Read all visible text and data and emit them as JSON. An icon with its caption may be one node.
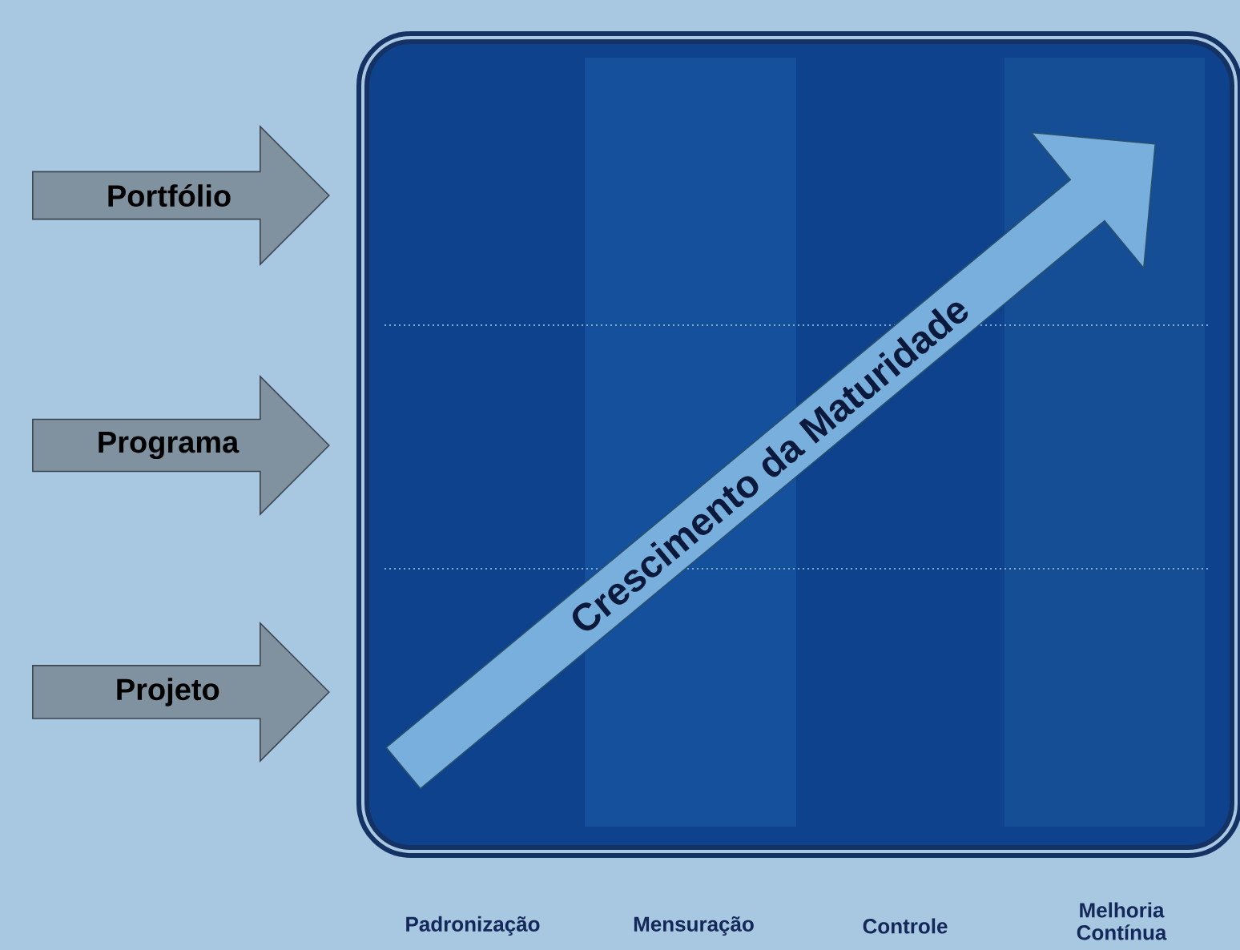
{
  "diagram": {
    "nodes": [
      {
        "text": [
          "Portfólio"
        ]
      },
      {
        "text": [
          "Programa"
        ]
      },
      {
        "text": [
          "Projeto"
        ]
      },
      {
        "text": [],
        "shape": "box"
      },
      {
        "text": [
          "Crescimento da Maturidade"
        ],
        "in": 3
      }
    ],
    "labels": [
      "Padronização",
      "Mensuração",
      "Controle",
      "Melhoria Contínua"
    ]
  }
}
